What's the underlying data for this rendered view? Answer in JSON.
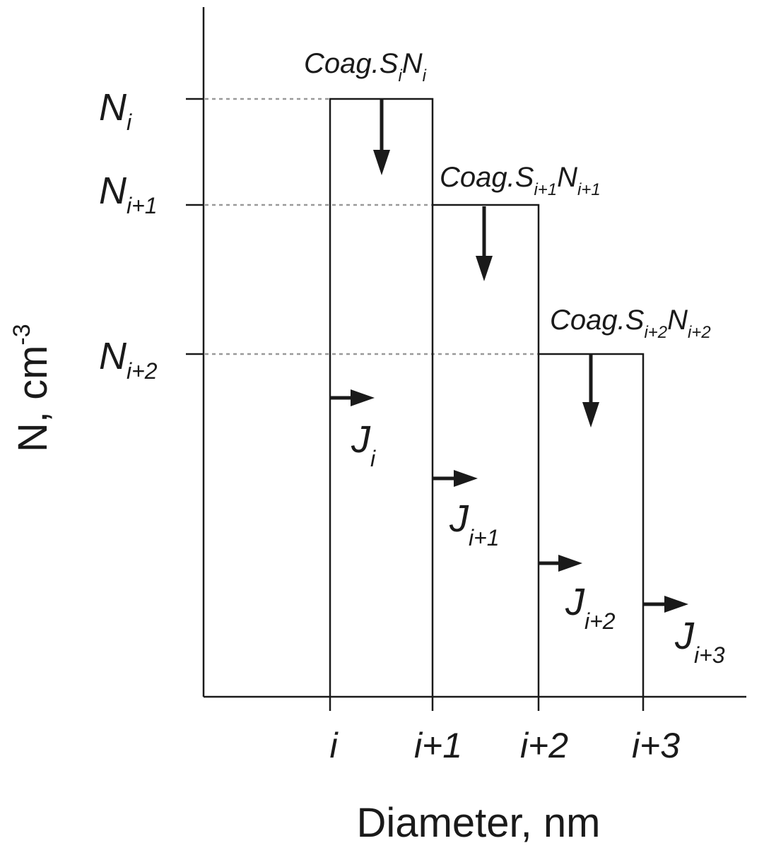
{
  "axes": {
    "y_title_main": "N, cm",
    "y_title_sup": "-3",
    "x_title": "Diameter, nm"
  },
  "x_ticks": [
    "i",
    "i+1",
    "i+2",
    "i+3"
  ],
  "y_levels": [
    {
      "base": "N",
      "sub": "i"
    },
    {
      "base": "N",
      "sub": "i+1"
    },
    {
      "base": "N",
      "sub": "i+2"
    }
  ],
  "coag_labels": [
    {
      "prefix": "Coag.",
      "s": "S",
      "s_sub": "i",
      "n": "N",
      "n_sub": "i"
    },
    {
      "prefix": "Coag.",
      "s": "S",
      "s_sub": "i+1",
      "n": "N",
      "n_sub": "i+1"
    },
    {
      "prefix": "Coag.",
      "s": "S",
      "s_sub": "i+2",
      "n": "N",
      "n_sub": "i+2"
    }
  ],
  "flux_labels": [
    {
      "base": "J",
      "sub": "i"
    },
    {
      "base": "J",
      "sub": "i+1"
    },
    {
      "base": "J",
      "sub": "i+2"
    },
    {
      "base": "J",
      "sub": "i+3"
    }
  ],
  "colors": {
    "ink": "#1a1a1a",
    "guide": "#9a9a9a"
  }
}
